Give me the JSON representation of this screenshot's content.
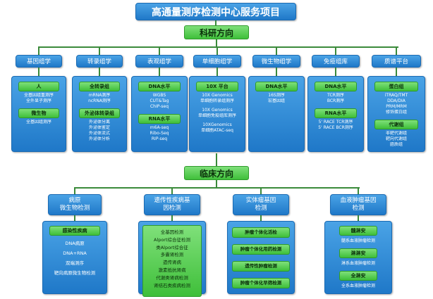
{
  "title": "高通量测序检测中心服务项目",
  "research_label": "科研方向",
  "clinical_label": "临床方向",
  "research": [
    {
      "title": "基因组学",
      "blocks": [
        {
          "header": "人",
          "items": [
            "全基因组重测序",
            "全外显子测序"
          ]
        },
        {
          "header": "微生物",
          "items": [
            "全基因组测序"
          ]
        }
      ]
    },
    {
      "title": "转录组学",
      "blocks": [
        {
          "header": "全转录组",
          "items": [
            "mRNA测序",
            "ncRNA测序"
          ]
        },
        {
          "header": "外泌体转录组",
          "items": [
            "外泌体分离",
            "外泌体鉴定",
            "外泌体流式",
            "外泌体分析"
          ]
        }
      ]
    },
    {
      "title": "表观组学",
      "blocks": [
        {
          "header": "DNA水平",
          "items": [
            "WGBS",
            "CUT&Tag",
            "ChIP-seq"
          ]
        },
        {
          "header": "RNA水平",
          "items": [
            "m6A-seq",
            "Ribo-Seq",
            "RIP-seq"
          ]
        }
      ]
    },
    {
      "title": "单细胞组学",
      "blocks": [
        {
          "header": "10X 平台",
          "items": [
            "10X Genomics",
            "单细胞转录组测序",
            "",
            "10X Genomics",
            "单细胞免疫组库测序",
            "",
            "10XGenomics",
            "单细胞ATAC-seq"
          ]
        }
      ]
    },
    {
      "title": "微生物组学",
      "blocks": [
        {
          "header": "DNA水平",
          "items": [
            "16S测序",
            "宏基因组"
          ]
        }
      ]
    },
    {
      "title": "免疫组库",
      "blocks": [
        {
          "header": "DNA水平",
          "items": [
            "TCR测序",
            "BCR测序"
          ]
        },
        {
          "header": "RNA水平",
          "items": [
            "5' RACE TCR测序",
            "5' RACE BCR测序"
          ]
        }
      ]
    },
    {
      "title": "质谱平台",
      "blocks": [
        {
          "header": "蛋白组",
          "items": [
            "iTRAQ/TMT",
            "DDA/DIA",
            "PRM/MRM",
            "修饰蛋白组"
          ]
        },
        {
          "header": "代谢组",
          "items": [
            "非靶代谢组",
            "靶向代谢组",
            "脂质组"
          ]
        }
      ]
    }
  ],
  "clinical": [
    {
      "title": "病原\n微生物检测",
      "header": "感染性疾病",
      "items": [
        "DNA病原",
        "DNA+RNA",
        "双端测序",
        "靶向病原微生物检测"
      ]
    },
    {
      "title": "遗传性疾病基\n因检测",
      "items": [
        "全基因检测",
        "Alport综合征检测",
        "类Alport综合征",
        "多囊肾检测",
        "遗传肾病",
        "激素抵抗肾病",
        "代谢类肾病检测",
        "肾结石类疾病检测"
      ]
    },
    {
      "title": "实体瘤基因\n检测",
      "items": [
        "肿瘤个体化活检",
        "肿瘤个体化用药检测",
        "遗传性肿瘤检测",
        "肿瘤个体化早筛检测"
      ]
    },
    {
      "title": "血液肿瘤基因\n检测",
      "items": [
        {
          "type": "header",
          "text": "髓淋安"
        },
        {
          "type": "text",
          "text": "髓系血液肿瘤检测"
        },
        {
          "type": "header",
          "text": "淋淋安"
        },
        {
          "type": "text",
          "text": "淋系血液肿瘤检测"
        },
        {
          "type": "header",
          "text": "全淋安"
        },
        {
          "type": "text",
          "text": "全系血液肿瘤检测"
        }
      ]
    }
  ]
}
